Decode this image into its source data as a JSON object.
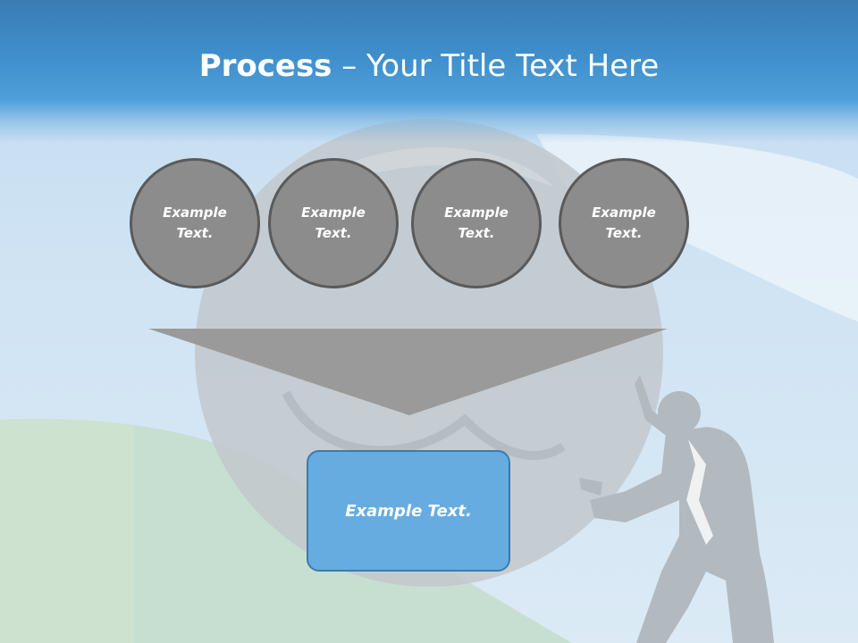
{
  "title": {
    "bold": "Process",
    "rest": " – Your Title Text Here"
  },
  "circles": [
    {
      "label": "Example Text."
    },
    {
      "label": "Example Text."
    },
    {
      "label": "Example Text."
    },
    {
      "label": "Example Text."
    }
  ],
  "result_box": {
    "label": "Example Text."
  },
  "colors": {
    "title_band": "#3f8fcc",
    "circle_fill": "#8c8c8c",
    "circle_border": "#5a5a5a",
    "arrow_fill": "#9a9a9a",
    "box_fill": "#66ace1",
    "box_border": "#3d7cab"
  }
}
